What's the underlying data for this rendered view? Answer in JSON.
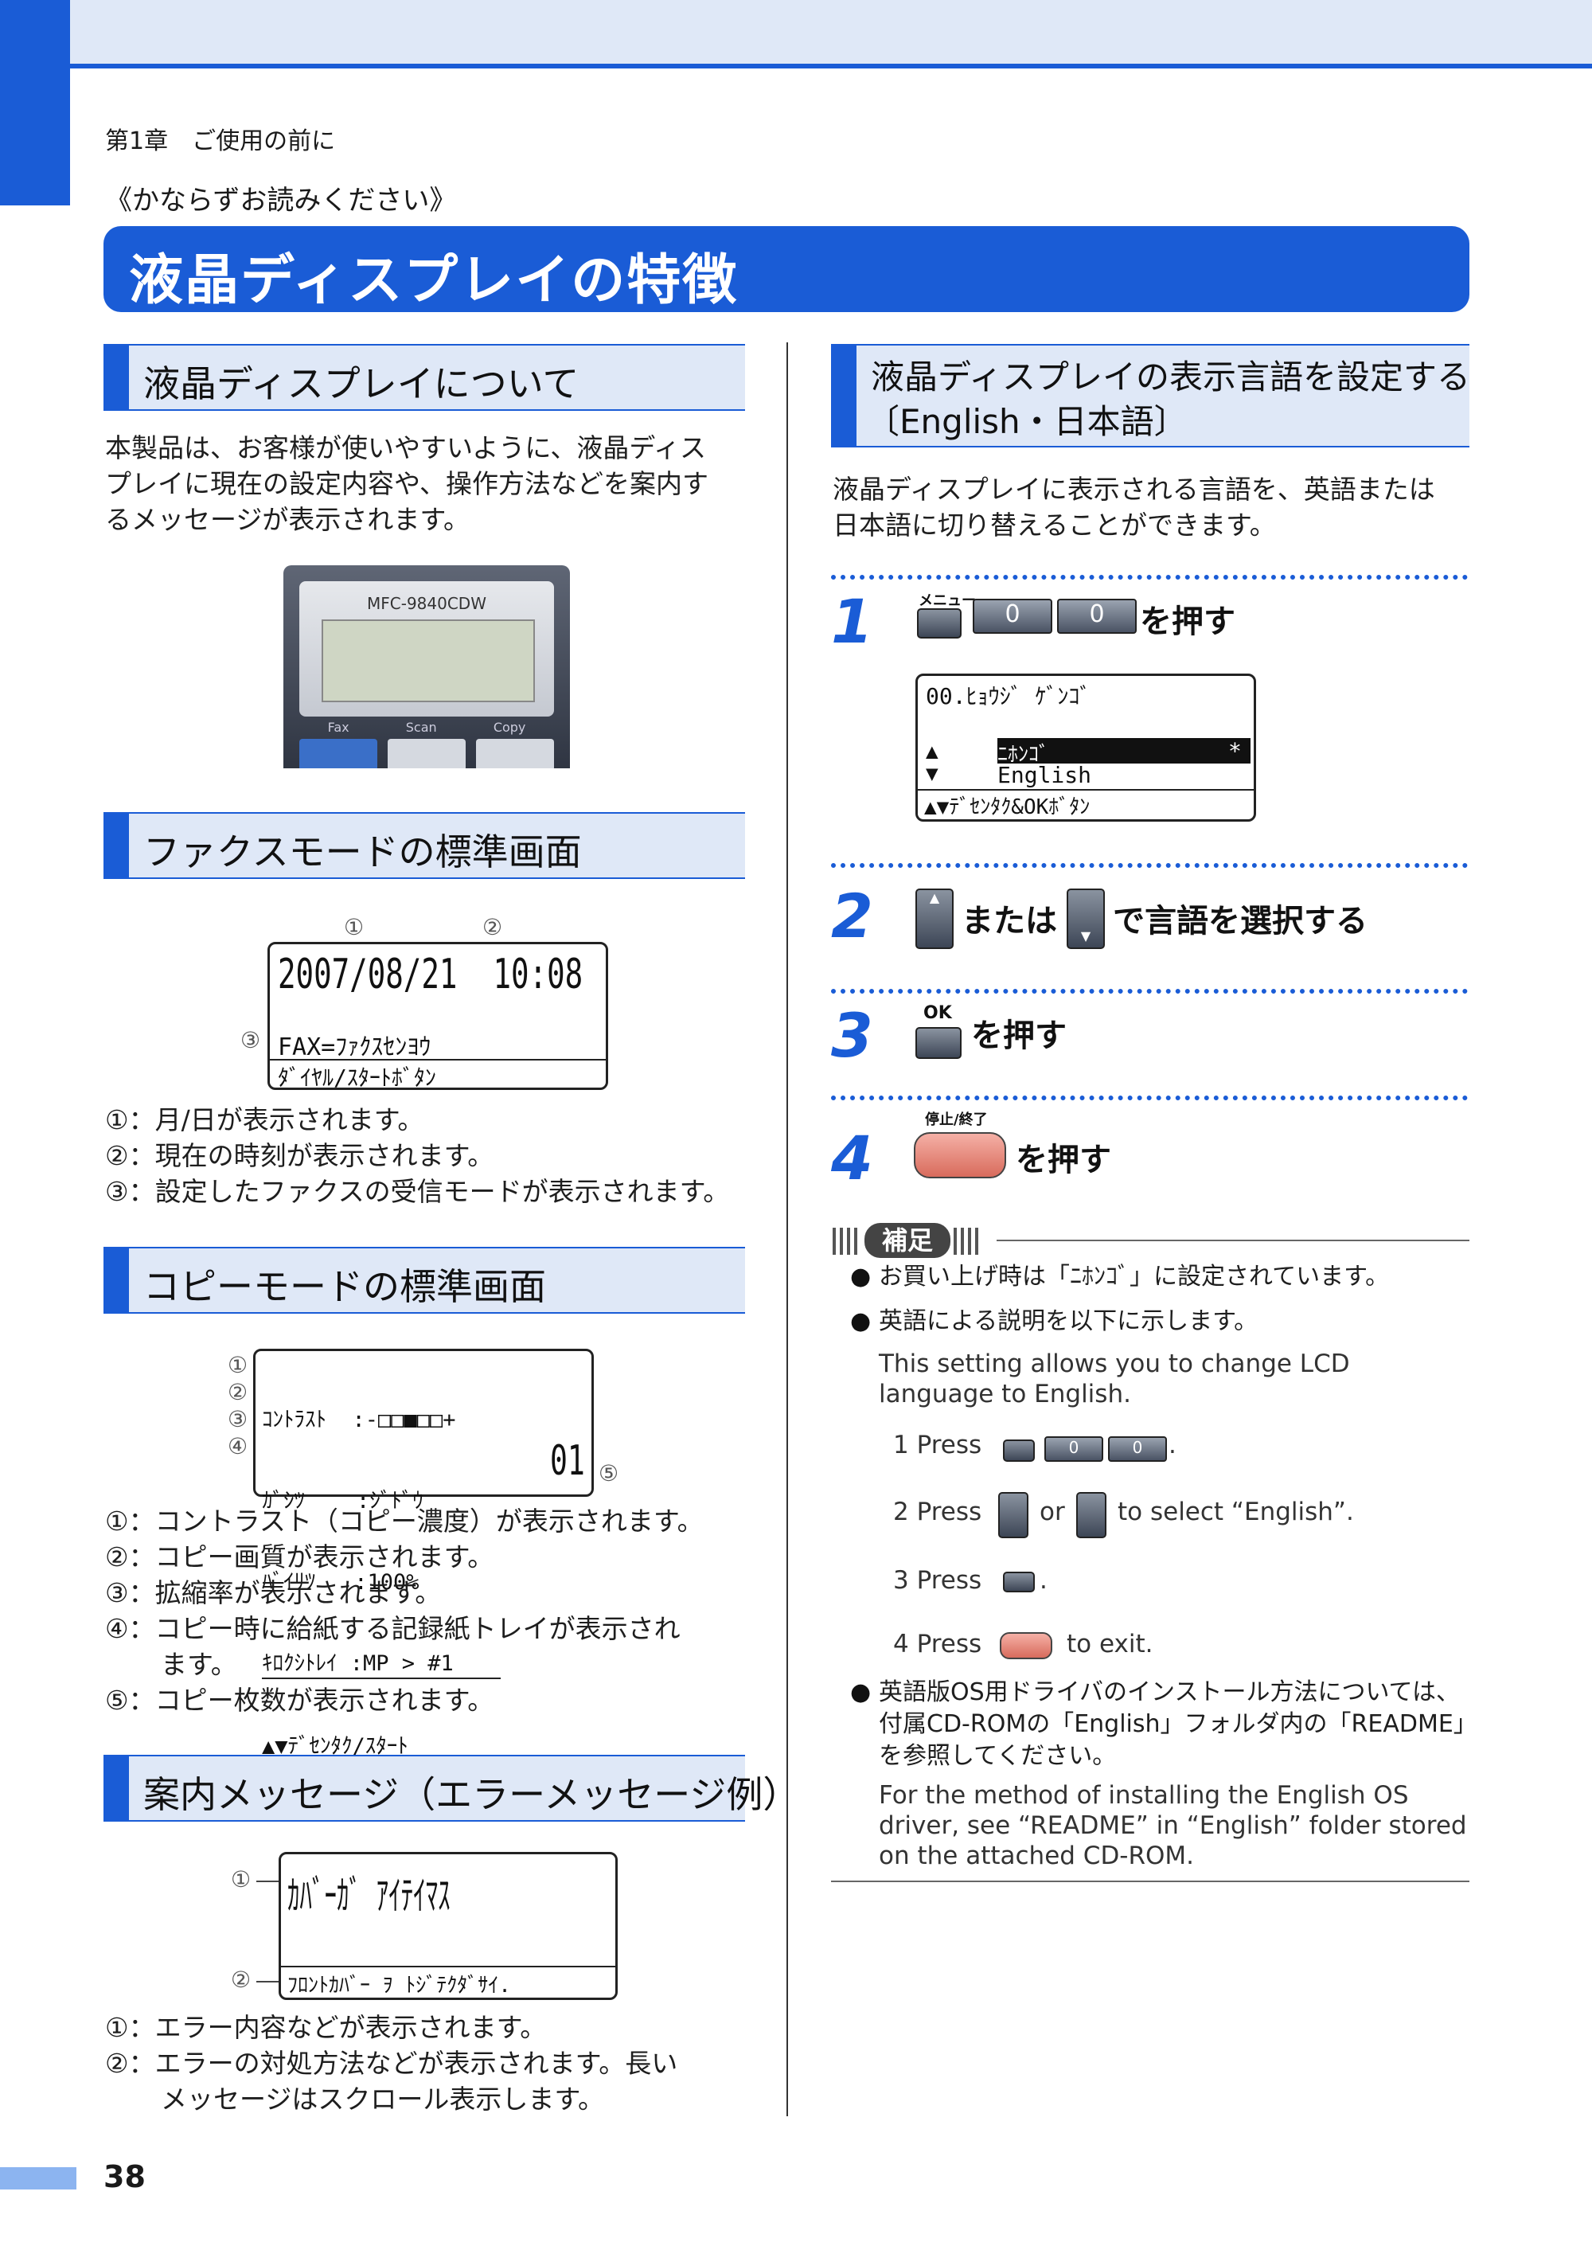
{
  "header": {
    "chapter": "第1章　ご使用の前に",
    "must_read": "《かならずお読みください》",
    "page_title": "液晶ディスプレイの特徴"
  },
  "left": {
    "sec1": {
      "heading": "液晶ディスプレイについて",
      "body": [
        "本製品は、お客様が使いやすいように、液晶ディス",
        "プレイに現在の設定内容や、操作方法などを案内す",
        "るメッセージが表示されます。"
      ],
      "device_model": "MFC-9840CDW",
      "device_buttons": [
        "Fax",
        "Scan",
        "Copy"
      ]
    },
    "sec2": {
      "heading": "ファクスモードの標準画面",
      "lcd": {
        "line1": "2007/08/21  10:08",
        "line2": "FAX=ﾌｧｸｽｾﾝﾖｳ",
        "line3": "ﾀﾞｲﾔﾙ/ｽﾀｰﾄﾎﾞﾀﾝ"
      },
      "markers": [
        "①",
        "②",
        "③"
      ],
      "notes": [
        "①：月/日が表示されます。",
        "②：現在の時刻が表示されます。",
        "③：設定したファクスの受信モードが表示されます。"
      ]
    },
    "sec3": {
      "heading": "コピーモードの標準画面",
      "lcd": {
        "line1": "ｺﾝﾄﾗｽﾄ  :-□□■□□+",
        "line2": "ｶﾞｼﾂ    :ｼﾞﾄﾞｳ",
        "line3": "ﾊﾞｲﾘﾂ   :100%",
        "line4": "ｷﾛｸｼﾄﾚｲ :MP > #1",
        "line5": "▲▼ﾃﾞｾﾝﾀｸ/ｽﾀｰﾄ",
        "count": "01"
      },
      "markers": [
        "①",
        "②",
        "③",
        "④",
        "⑤"
      ],
      "notes": [
        "①：コントラスト（コピー濃度）が表示されます。",
        "②：コピー画質が表示されます。",
        "③：拡縮率が表示されます。",
        "④：コピー時に給紙する記録紙トレイが表示され",
        "ます。",
        "⑤：コピー枚数が表示されます。"
      ]
    },
    "sec4": {
      "heading": "案内メッセージ（エラーメッセージ例）",
      "lcd": {
        "line1": "ｶﾊﾞｰｶﾞ ｱｲﾃｲﾏｽ",
        "line2": "ﾌﾛﾝﾄｶﾊﾞｰ ｦ ﾄｼﾞﾃｸﾀﾞｻｲ."
      },
      "markers": [
        "①",
        "②"
      ],
      "notes": [
        "①：エラー内容などが表示されます。",
        "②：エラーの対処方法などが表示されます。長い",
        "メッセージはスクロール表示します。"
      ]
    }
  },
  "right": {
    "heading_line1": "液晶ディスプレイの表示言語を設定する",
    "heading_line2": "〔English・日本語〕",
    "intro": [
      "液晶ディスプレイに表示される言語を、英語または",
      "日本語に切り替えることができます。"
    ],
    "steps": [
      {
        "num": "1",
        "key_label": "メニュー",
        "digits": [
          "0",
          "0"
        ],
        "text": "を押す"
      },
      {
        "num": "2",
        "text_or": "または",
        "text": "で言語を選択する"
      },
      {
        "num": "3",
        "key_label": "OK",
        "text": "を押す"
      },
      {
        "num": "4",
        "key_label": "停止/終了",
        "text": "を押す"
      }
    ],
    "step1_lcd": {
      "line1": "00.ﾋｮｳｼﾞ ｹﾞﾝｺﾞ",
      "sel": "ﾆﾎﾝｺﾞ",
      "star": "*",
      "opt": "English",
      "line4": "▲▼ﾃﾞｾﾝﾀｸ&OKﾎﾞﾀﾝ",
      "up": "▲",
      "down": "▼"
    },
    "supplement": {
      "label": "補足",
      "b1": "お買い上げ時は「ﾆﾎﾝｺﾞ」に設定されています。",
      "b2": "英語による説明を以下に示します。",
      "en_intro": [
        "This setting allows you to change LCD",
        "language to English."
      ],
      "en_steps": [
        {
          "num": "1",
          "pre": "Press",
          "post": "."
        },
        {
          "num": "2",
          "pre": "Press",
          "mid": "or",
          "post": "to select “English”."
        },
        {
          "num": "3",
          "pre": "Press",
          "post": "."
        },
        {
          "num": "4",
          "pre": "Press",
          "post": "to exit."
        }
      ],
      "b3": [
        "英語版OS用ドライバのインストール方法については、",
        "付属CD-ROMの「English」フォルダ内の「README」",
        "を参照してください。"
      ],
      "en_driver": [
        "For the method of installing the English OS",
        "driver, see “README” in “English” folder stored",
        "on the attached CD-ROM."
      ]
    }
  },
  "footer": {
    "page_number": "38"
  },
  "colors": {
    "accent": "#1a5cd6",
    "light": "#dfe8f7",
    "stop_key": "#e28072"
  }
}
